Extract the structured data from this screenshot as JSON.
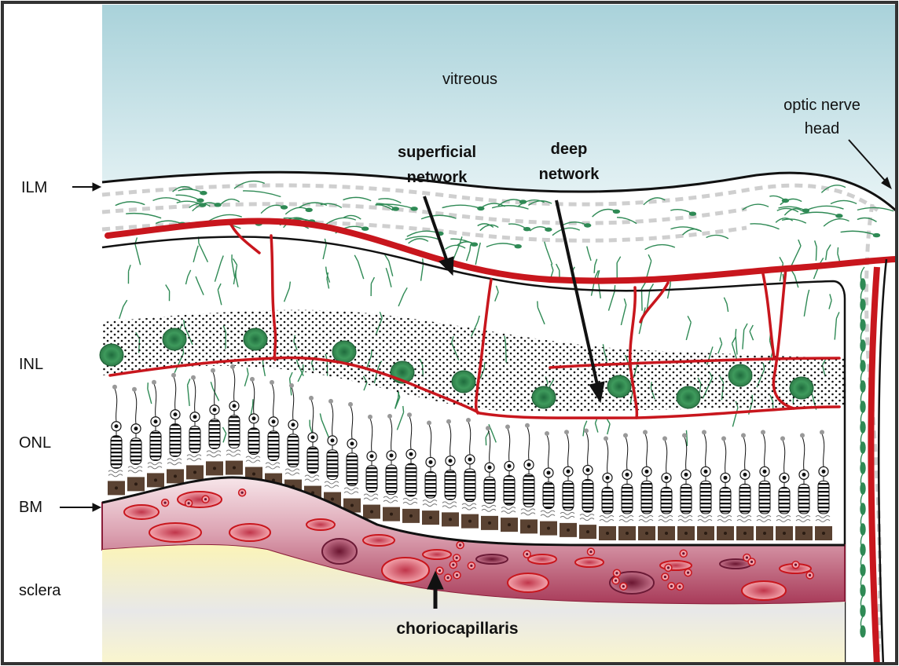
{
  "labels": {
    "vitreous": "vitreous",
    "optic_nerve_head_line1": "optic nerve",
    "optic_nerve_head_line2": "head",
    "ilm": "ILM",
    "inl": "INL",
    "onl": "ONL",
    "bm": "BM",
    "sclera": "sclera",
    "superficial_network_line1": "superficial",
    "superficial_network_line2": "network",
    "deep_network_line1": "deep",
    "deep_network_line2": "network",
    "choriocapillaris": "choriocapillaris"
  },
  "colors": {
    "vitreous_top": "#b9dbe0",
    "vitreous_bottom": "#e8f3f5",
    "vessel": "#c8161d",
    "neuron": "#3b8f5a",
    "choroid": "#b2455f",
    "sclera": "#fbf6c8",
    "rpe": "#5a4232"
  }
}
